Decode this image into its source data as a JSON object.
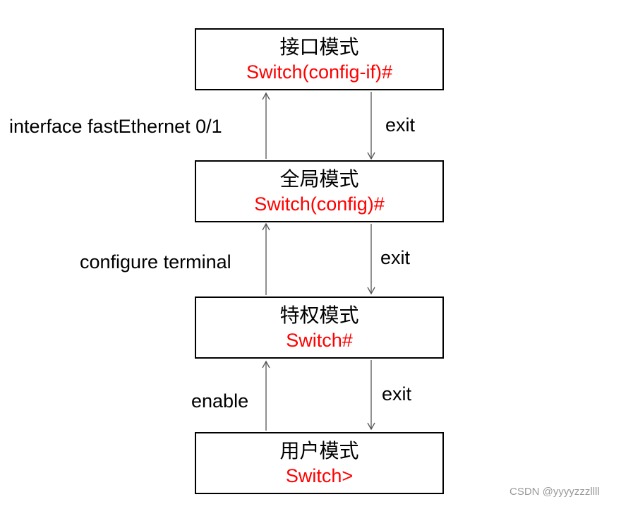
{
  "modes": [
    {
      "id": "interface",
      "name": "接口模式",
      "prompt": "Switch(config-if)#"
    },
    {
      "id": "global",
      "name": "全局模式",
      "prompt": "Switch(config)#"
    },
    {
      "id": "privileged",
      "name": "特权模式",
      "prompt": "Switch#"
    },
    {
      "id": "user",
      "name": "用户模式",
      "prompt": "Switch>"
    }
  ],
  "transitions": {
    "user_to_privileged": "enable",
    "privileged_to_global": "configure terminal",
    "global_to_interface": "interface fastEthernet 0/1",
    "interface_to_global": "exit",
    "global_to_privileged": "exit",
    "privileged_to_user": "exit"
  },
  "watermark": "CSDN @yyyyzzzllll",
  "colors": {
    "prompt": "#ff0000",
    "text": "#000000",
    "line": "#555555"
  }
}
